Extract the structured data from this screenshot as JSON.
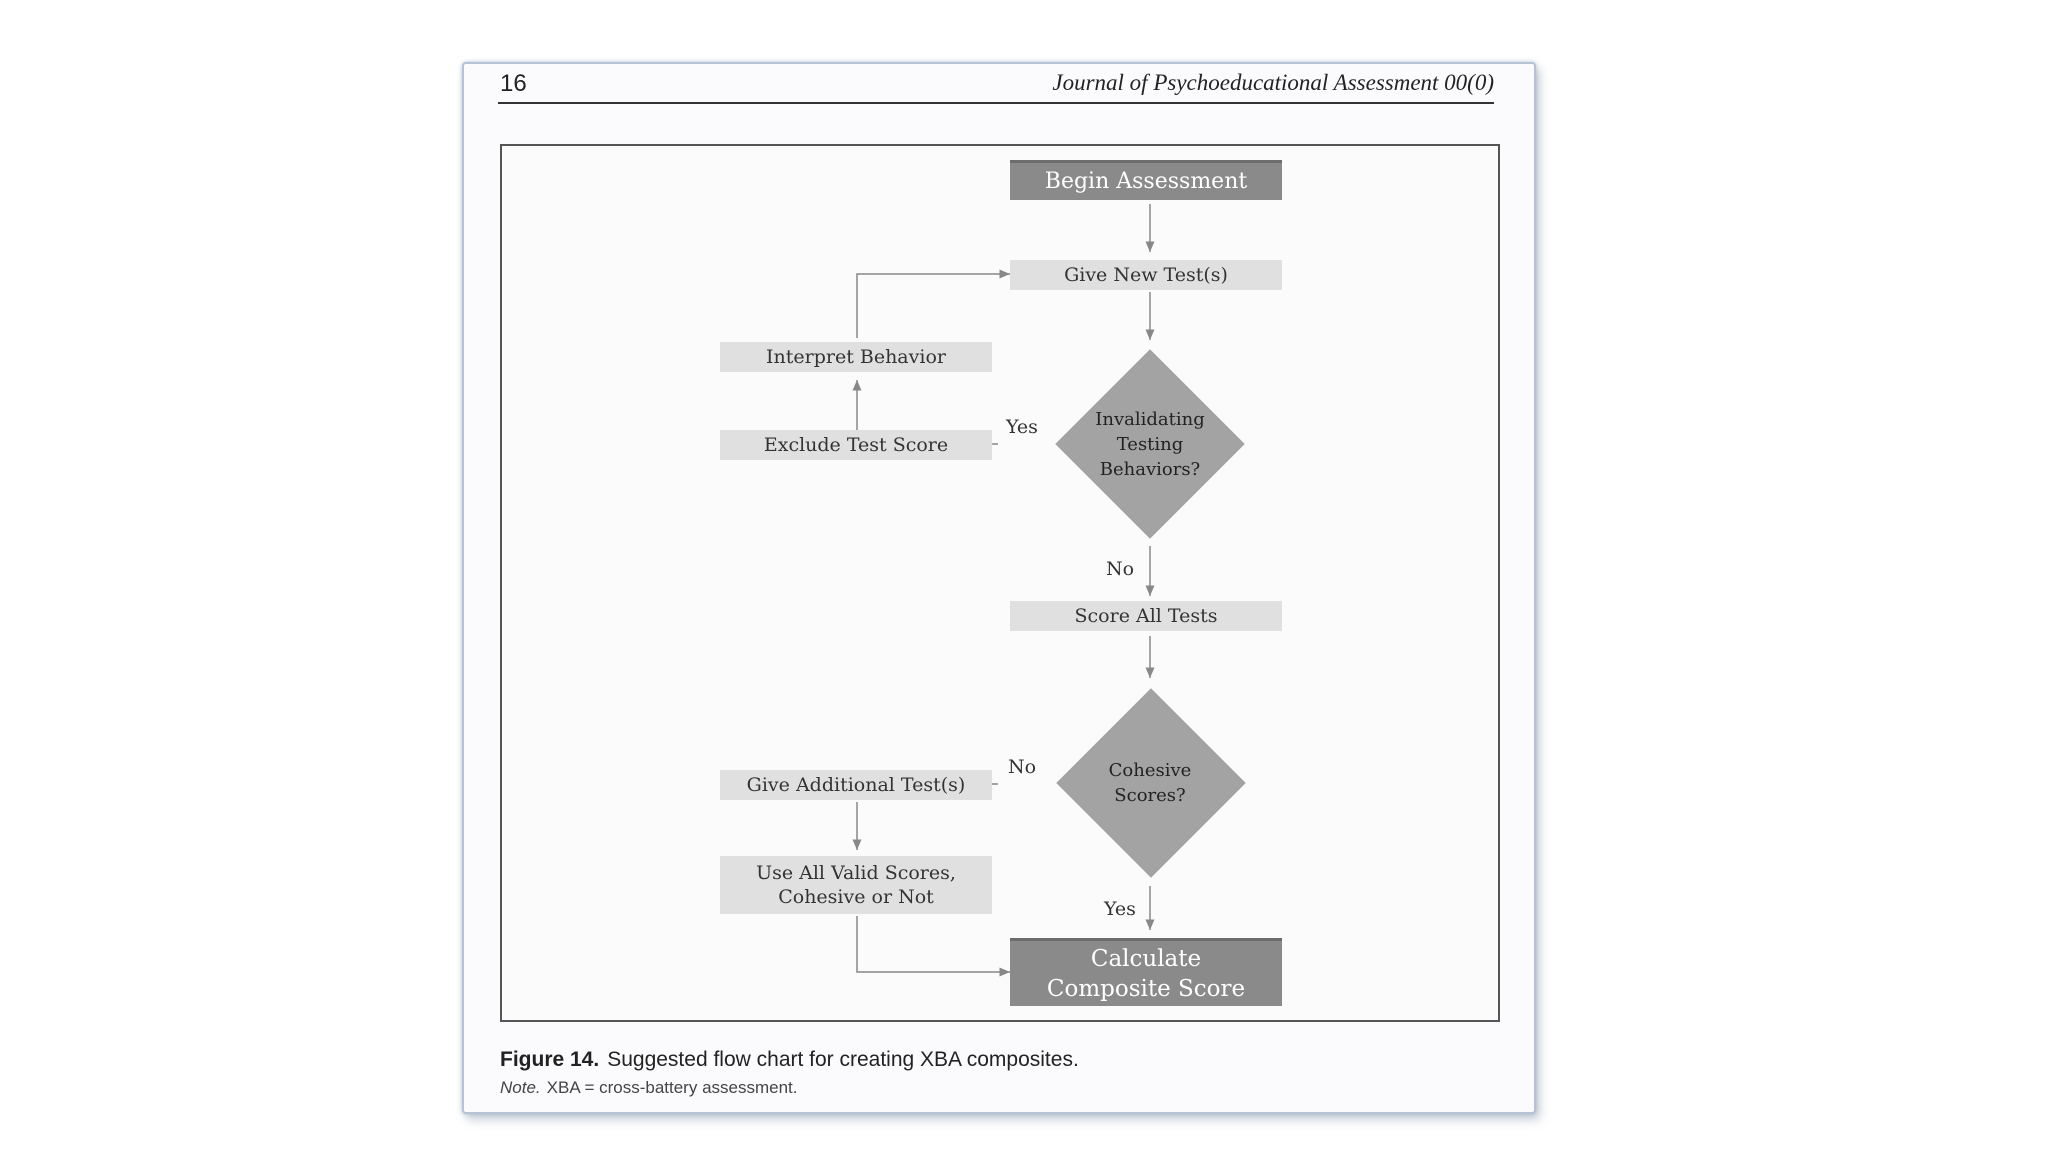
{
  "page": {
    "page_number": "16",
    "journal": "Journal of Psychoeducational Assessment 00(0)"
  },
  "figure": {
    "nodes": {
      "begin": "Begin Assessment",
      "give_new": "Give New Test(s)",
      "interpret": "Interpret Behavior",
      "exclude": "Exclude  Test  Score",
      "invalidating": "Invalidating\nTesting\nBehaviors?",
      "score_all": "Score All Tests",
      "cohesive": "Cohesive\nScores?",
      "give_additional": "Give Additional  Test(s)",
      "use_all": "Use All Valid Scores,\nCohesive  or  Not",
      "calculate": "Calculate\nComposite Score"
    },
    "edge_labels": {
      "invalidating_yes": "Yes",
      "invalidating_no": "No",
      "cohesive_no": "No",
      "cohesive_yes": "Yes"
    }
  },
  "caption": {
    "label": "Figure 14.",
    "text": "Suggested flow chart for creating XBA composites."
  },
  "note": {
    "label": "Note.",
    "text": "XBA = cross-battery assessment."
  }
}
